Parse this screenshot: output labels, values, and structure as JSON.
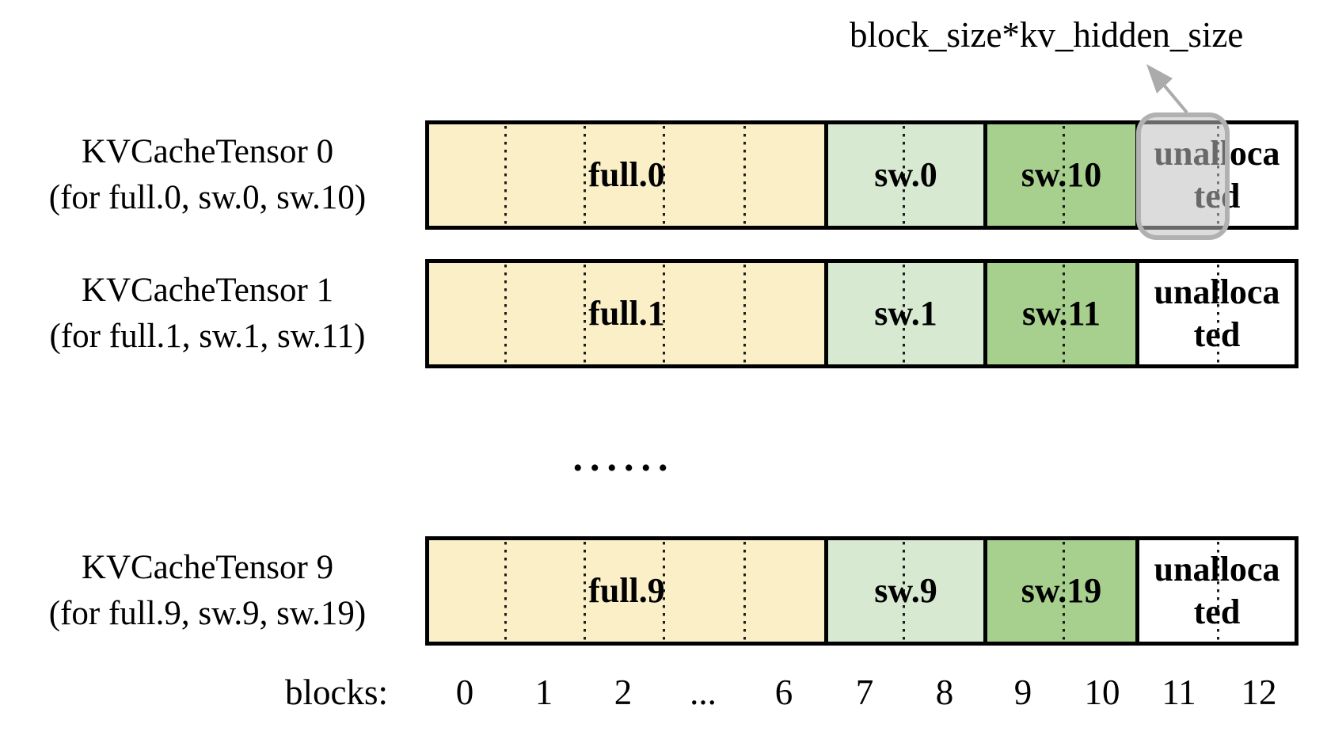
{
  "annotation": {
    "label": "block_size*kv_hidden_size"
  },
  "rows": [
    {
      "title": "KVCacheTensor 0",
      "subtitle": "(for full.0, sw.0, sw.10)",
      "segments": {
        "full": {
          "label": "full.0"
        },
        "sw": {
          "label": "sw.0"
        },
        "sw_upper": {
          "label": "sw.10"
        },
        "unallocated": {
          "label": "unallocated",
          "line1": "unalloca",
          "line2": "ted"
        }
      }
    },
    {
      "title": "KVCacheTensor 1",
      "subtitle": "(for full.1, sw.1, sw.11)",
      "segments": {
        "full": {
          "label": "full.1"
        },
        "sw": {
          "label": "sw.1"
        },
        "sw_upper": {
          "label": "sw.11"
        },
        "unallocated": {
          "label": "unallocated",
          "line1": "unalloca",
          "line2": "ted"
        }
      }
    },
    {
      "title": "KVCacheTensor 9",
      "subtitle": "(for full.9, sw.9, sw.19)",
      "segments": {
        "full": {
          "label": "full.9"
        },
        "sw": {
          "label": "sw.9"
        },
        "sw_upper": {
          "label": "sw.19"
        },
        "unallocated": {
          "label": "unallocated",
          "line1": "unalloca",
          "line2": "ted"
        }
      }
    }
  ],
  "ellipsis": "......",
  "axis": {
    "label": "blocks:",
    "ticks": [
      "0",
      "1",
      "2",
      "...",
      "6",
      "7",
      "8",
      "9",
      "10",
      "11",
      "12"
    ]
  },
  "colors": {
    "full": "#FAEFC7",
    "sw_light": "#D8E9D2",
    "sw_dark": "#A7CF8E",
    "unallocated": "#FFFFFF",
    "overlay_fill": "rgba(192,192,192,0.55)",
    "overlay_border": "#B1B1B1",
    "arrow": "#ABABAB",
    "border": "#000000",
    "dotted": "#1C1C1C"
  }
}
